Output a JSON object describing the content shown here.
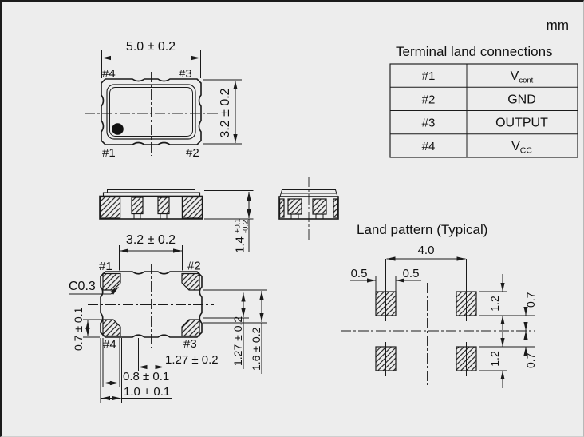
{
  "page": {
    "units_label": "mm"
  },
  "terminal_table": {
    "title": "Terminal land connections",
    "rows": [
      {
        "pin": "#1",
        "signal": "V",
        "sub": "cont"
      },
      {
        "pin": "#2",
        "signal": "GND",
        "sub": ""
      },
      {
        "pin": "#3",
        "signal": "OUTPUT",
        "sub": ""
      },
      {
        "pin": "#4",
        "signal": "V",
        "sub": "CC"
      }
    ]
  },
  "top_view": {
    "width_dim": "5.0 ± 0.2",
    "height_dim": "3.2 ± 0.2",
    "pin_top_left": "#4",
    "pin_top_right": "#3",
    "pin_bottom_left": "#1",
    "pin_bottom_right": "#2"
  },
  "side_view": {
    "height_nominal": "1.4",
    "tol_plus": "+0.1",
    "tol_minus": "-0.2"
  },
  "bottom_view": {
    "body_width_dim": "3.2 ± 0.2",
    "chamfer_label": "C0.3",
    "pad_height_dim": "0.7 ± 0.1",
    "terminal_pitch_dim": "1.27 ± 0.2",
    "pad_width_dim": "0.8 ± 0.1",
    "terminal_length_dim": "1.0 ± 0.1",
    "side_pitch_dim": "1.27 ± 0.2",
    "side_span_dim": "1.6 ± 0.2",
    "pin_top_left": "#1",
    "pin_top_right": "#2",
    "pin_bottom_left": "#4",
    "pin_bottom_right": "#3"
  },
  "land_pattern": {
    "title": "Land pattern (Typical)",
    "pad_pitch_x": "4.0",
    "offset_left": "0.5",
    "offset_right": "0.5",
    "pad_len_top": "1.2",
    "gap_top": "0.7",
    "pad_len_bottom": "1.2",
    "gap_bottom": "0.7"
  }
}
